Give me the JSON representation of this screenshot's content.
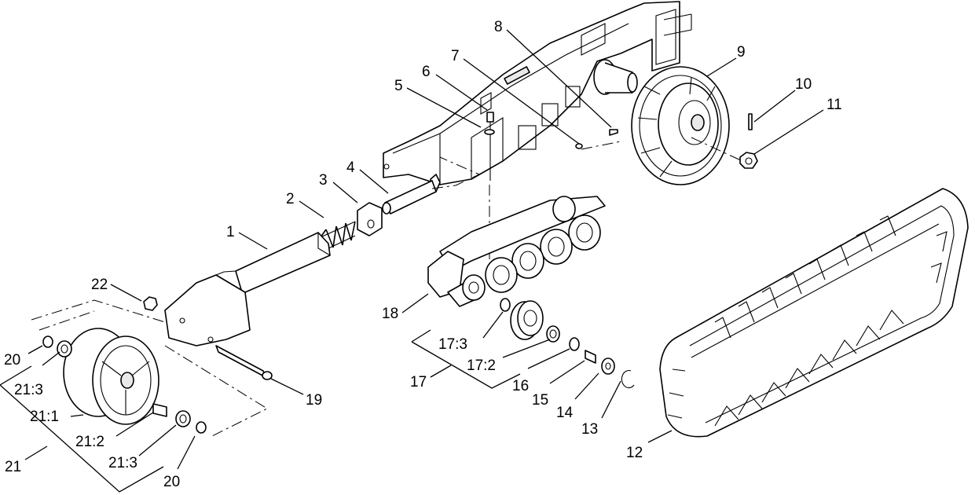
{
  "callouts": [
    {
      "id": "c1",
      "label": "1"
    },
    {
      "id": "c2",
      "label": "2"
    },
    {
      "id": "c3",
      "label": "3"
    },
    {
      "id": "c4",
      "label": "4"
    },
    {
      "id": "c5",
      "label": "5"
    },
    {
      "id": "c6",
      "label": "6"
    },
    {
      "id": "c7",
      "label": "7"
    },
    {
      "id": "c8",
      "label": "8"
    },
    {
      "id": "c9",
      "label": "9"
    },
    {
      "id": "c10",
      "label": "10"
    },
    {
      "id": "c11",
      "label": "11"
    },
    {
      "id": "c12",
      "label": "12"
    },
    {
      "id": "c13",
      "label": "13"
    },
    {
      "id": "c14",
      "label": "14"
    },
    {
      "id": "c15",
      "label": "15"
    },
    {
      "id": "c16",
      "label": "16"
    },
    {
      "id": "c17",
      "label": "17"
    },
    {
      "id": "c172",
      "label": "17:2"
    },
    {
      "id": "c173",
      "label": "17:3"
    },
    {
      "id": "c18",
      "label": "18"
    },
    {
      "id": "c19",
      "label": "19"
    },
    {
      "id": "c20a",
      "label": "20"
    },
    {
      "id": "c20b",
      "label": "20"
    },
    {
      "id": "c21",
      "label": "21"
    },
    {
      "id": "c211",
      "label": "21:1"
    },
    {
      "id": "c212",
      "label": "21:2"
    },
    {
      "id": "c213a",
      "label": "21:3"
    },
    {
      "id": "c213b",
      "label": "21:3"
    },
    {
      "id": "c22",
      "label": "22"
    }
  ]
}
